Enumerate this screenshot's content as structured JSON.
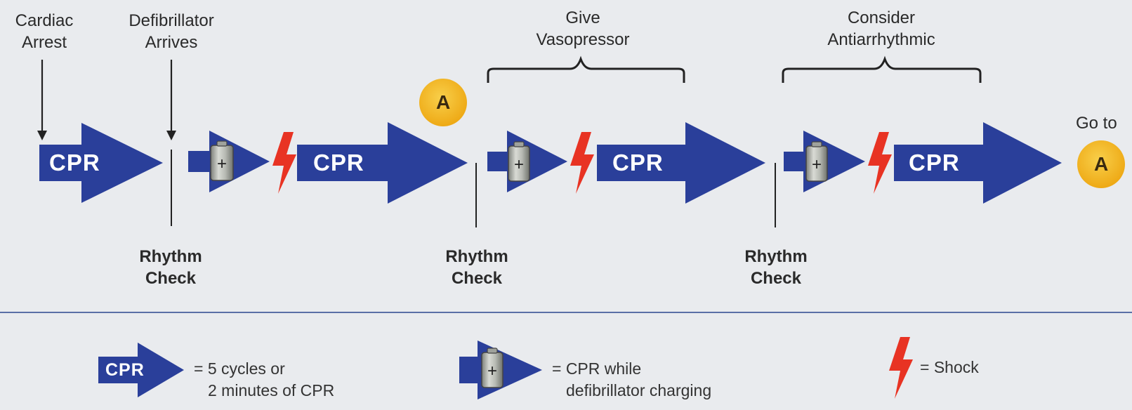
{
  "top_labels": {
    "cardiac_arrest": [
      "Cardiac",
      "Arrest"
    ],
    "defibrillator_arrives": [
      "Defibrillator",
      "Arrives"
    ],
    "give_vasopressor": [
      "Give",
      "Vasopressor"
    ],
    "consider_antiarrhythmic": [
      "Consider",
      "Antiarrhythmic"
    ]
  },
  "rhythm_check": [
    "Rhythm",
    "Check"
  ],
  "cpr_label": "CPR",
  "badge_label": "A",
  "go_to_label": "Go to",
  "legend": {
    "cpr_desc": [
      "= 5 cycles or",
      "2 minutes of CPR"
    ],
    "charging_desc": [
      "= CPR while",
      "defibrillator charging"
    ],
    "shock_desc": "= Shock"
  },
  "colors": {
    "arrow_blue": "#2a3f9a",
    "bolt_red": "#e83323",
    "badge_yellow": "#f2b31c",
    "battery_gray": "#a9aca6",
    "divider": "#5a6fa6",
    "background": "#e9ebee"
  },
  "icons": [
    "cpr-arrow-icon",
    "battery-icon",
    "lightning-bolt-icon",
    "badge-a-icon"
  ]
}
